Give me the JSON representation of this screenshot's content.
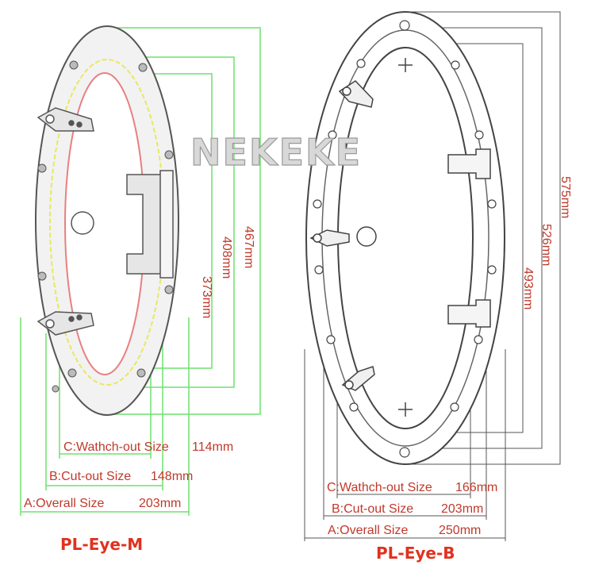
{
  "brand": {
    "watermark": "NEKEKE"
  },
  "models": [
    {
      "name": "PL-Eye-M",
      "heights": [
        "467mm",
        "408mm",
        "373mm"
      ],
      "widths": {
        "c_label": "C:Wathch-out Size",
        "c_value": "114mm",
        "b_label": "B:Cut-out Size",
        "b_value": "148mm",
        "a_label": "A:Overall Size",
        "a_value": "203mm"
      }
    },
    {
      "name": "PL-Eye-B",
      "heights": [
        "575mm",
        "526mm",
        "493mm"
      ],
      "widths": {
        "c_label": "C:Wathch-out Size",
        "c_value": "166mm",
        "b_label": "B:Cut-out Size",
        "b_value": "203mm",
        "a_label": "A:Overall Size",
        "a_value": "250mm"
      }
    }
  ],
  "colors": {
    "dimension_green": "#6fe06f",
    "label_red": "#c0392b",
    "title_red": "#e0321e",
    "outline_gray": "#555555",
    "inner_red": "#e88080",
    "middle_yellow": "#e8e860"
  }
}
